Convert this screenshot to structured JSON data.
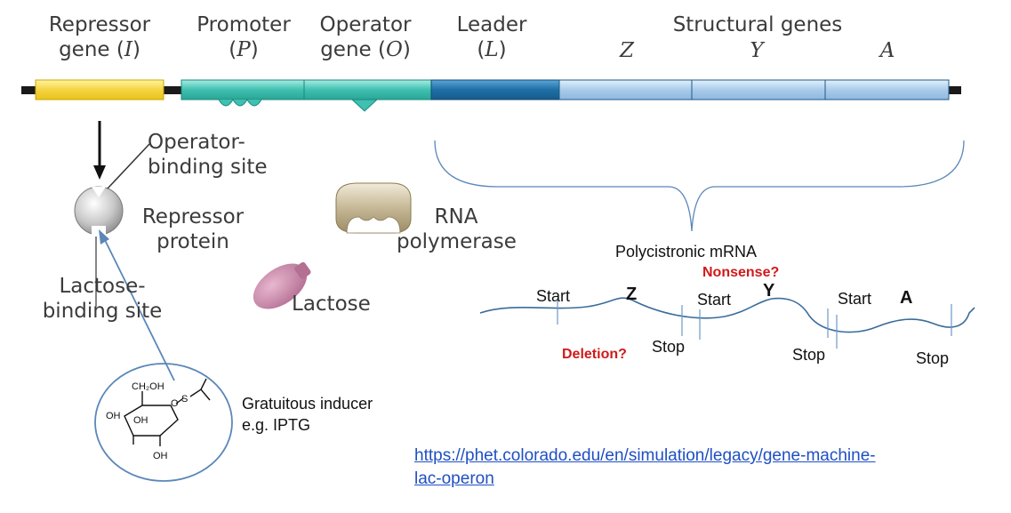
{
  "gene_labels": {
    "repressor": [
      "Repressor",
      "gene",
      "I"
    ],
    "promoter": [
      "Promoter",
      "P"
    ],
    "operator": [
      "Operator",
      "gene",
      "O"
    ],
    "leader": [
      "Leader",
      "L"
    ],
    "structural": "Structural genes",
    "z": "Z",
    "y": "Y",
    "a": "A"
  },
  "left_labels": {
    "operator_site": [
      "Operator-",
      "binding site"
    ],
    "repressor_protein": [
      "Repressor",
      "protein"
    ],
    "lactose_site": [
      "Lactose-",
      "binding site"
    ],
    "rna_polymerase": [
      "RNA",
      "polymerase"
    ],
    "lactose": "Lactose"
  },
  "inducer": {
    "lines": [
      "Gratuitous inducer",
      "e.g. IPTG"
    ],
    "atoms": {
      "ch2oh": "CH₂OH",
      "oh1": "OH",
      "oh2": "OH",
      "oh3": "OH",
      "o": "O",
      "s": "S"
    }
  },
  "mrna": {
    "title": "Polycistronic mRNA",
    "nonsense": "Nonsense?",
    "deletion": "Deletion?",
    "start": "Start",
    "stop": "Stop",
    "z": "Z",
    "y": "Y",
    "a": "A"
  },
  "link": "https://phet.colorado.edu/en/simulation/legacy/gene-machine-lac-operon",
  "colors": {
    "repressor_gene": "#f5d442",
    "promoter": "#3fc0b0",
    "leader": "#1f6fa6",
    "structural": "#8eb8e0",
    "mrna": "#3a6c9a",
    "red": "#d11a1a",
    "link": "#1f4fc4"
  }
}
